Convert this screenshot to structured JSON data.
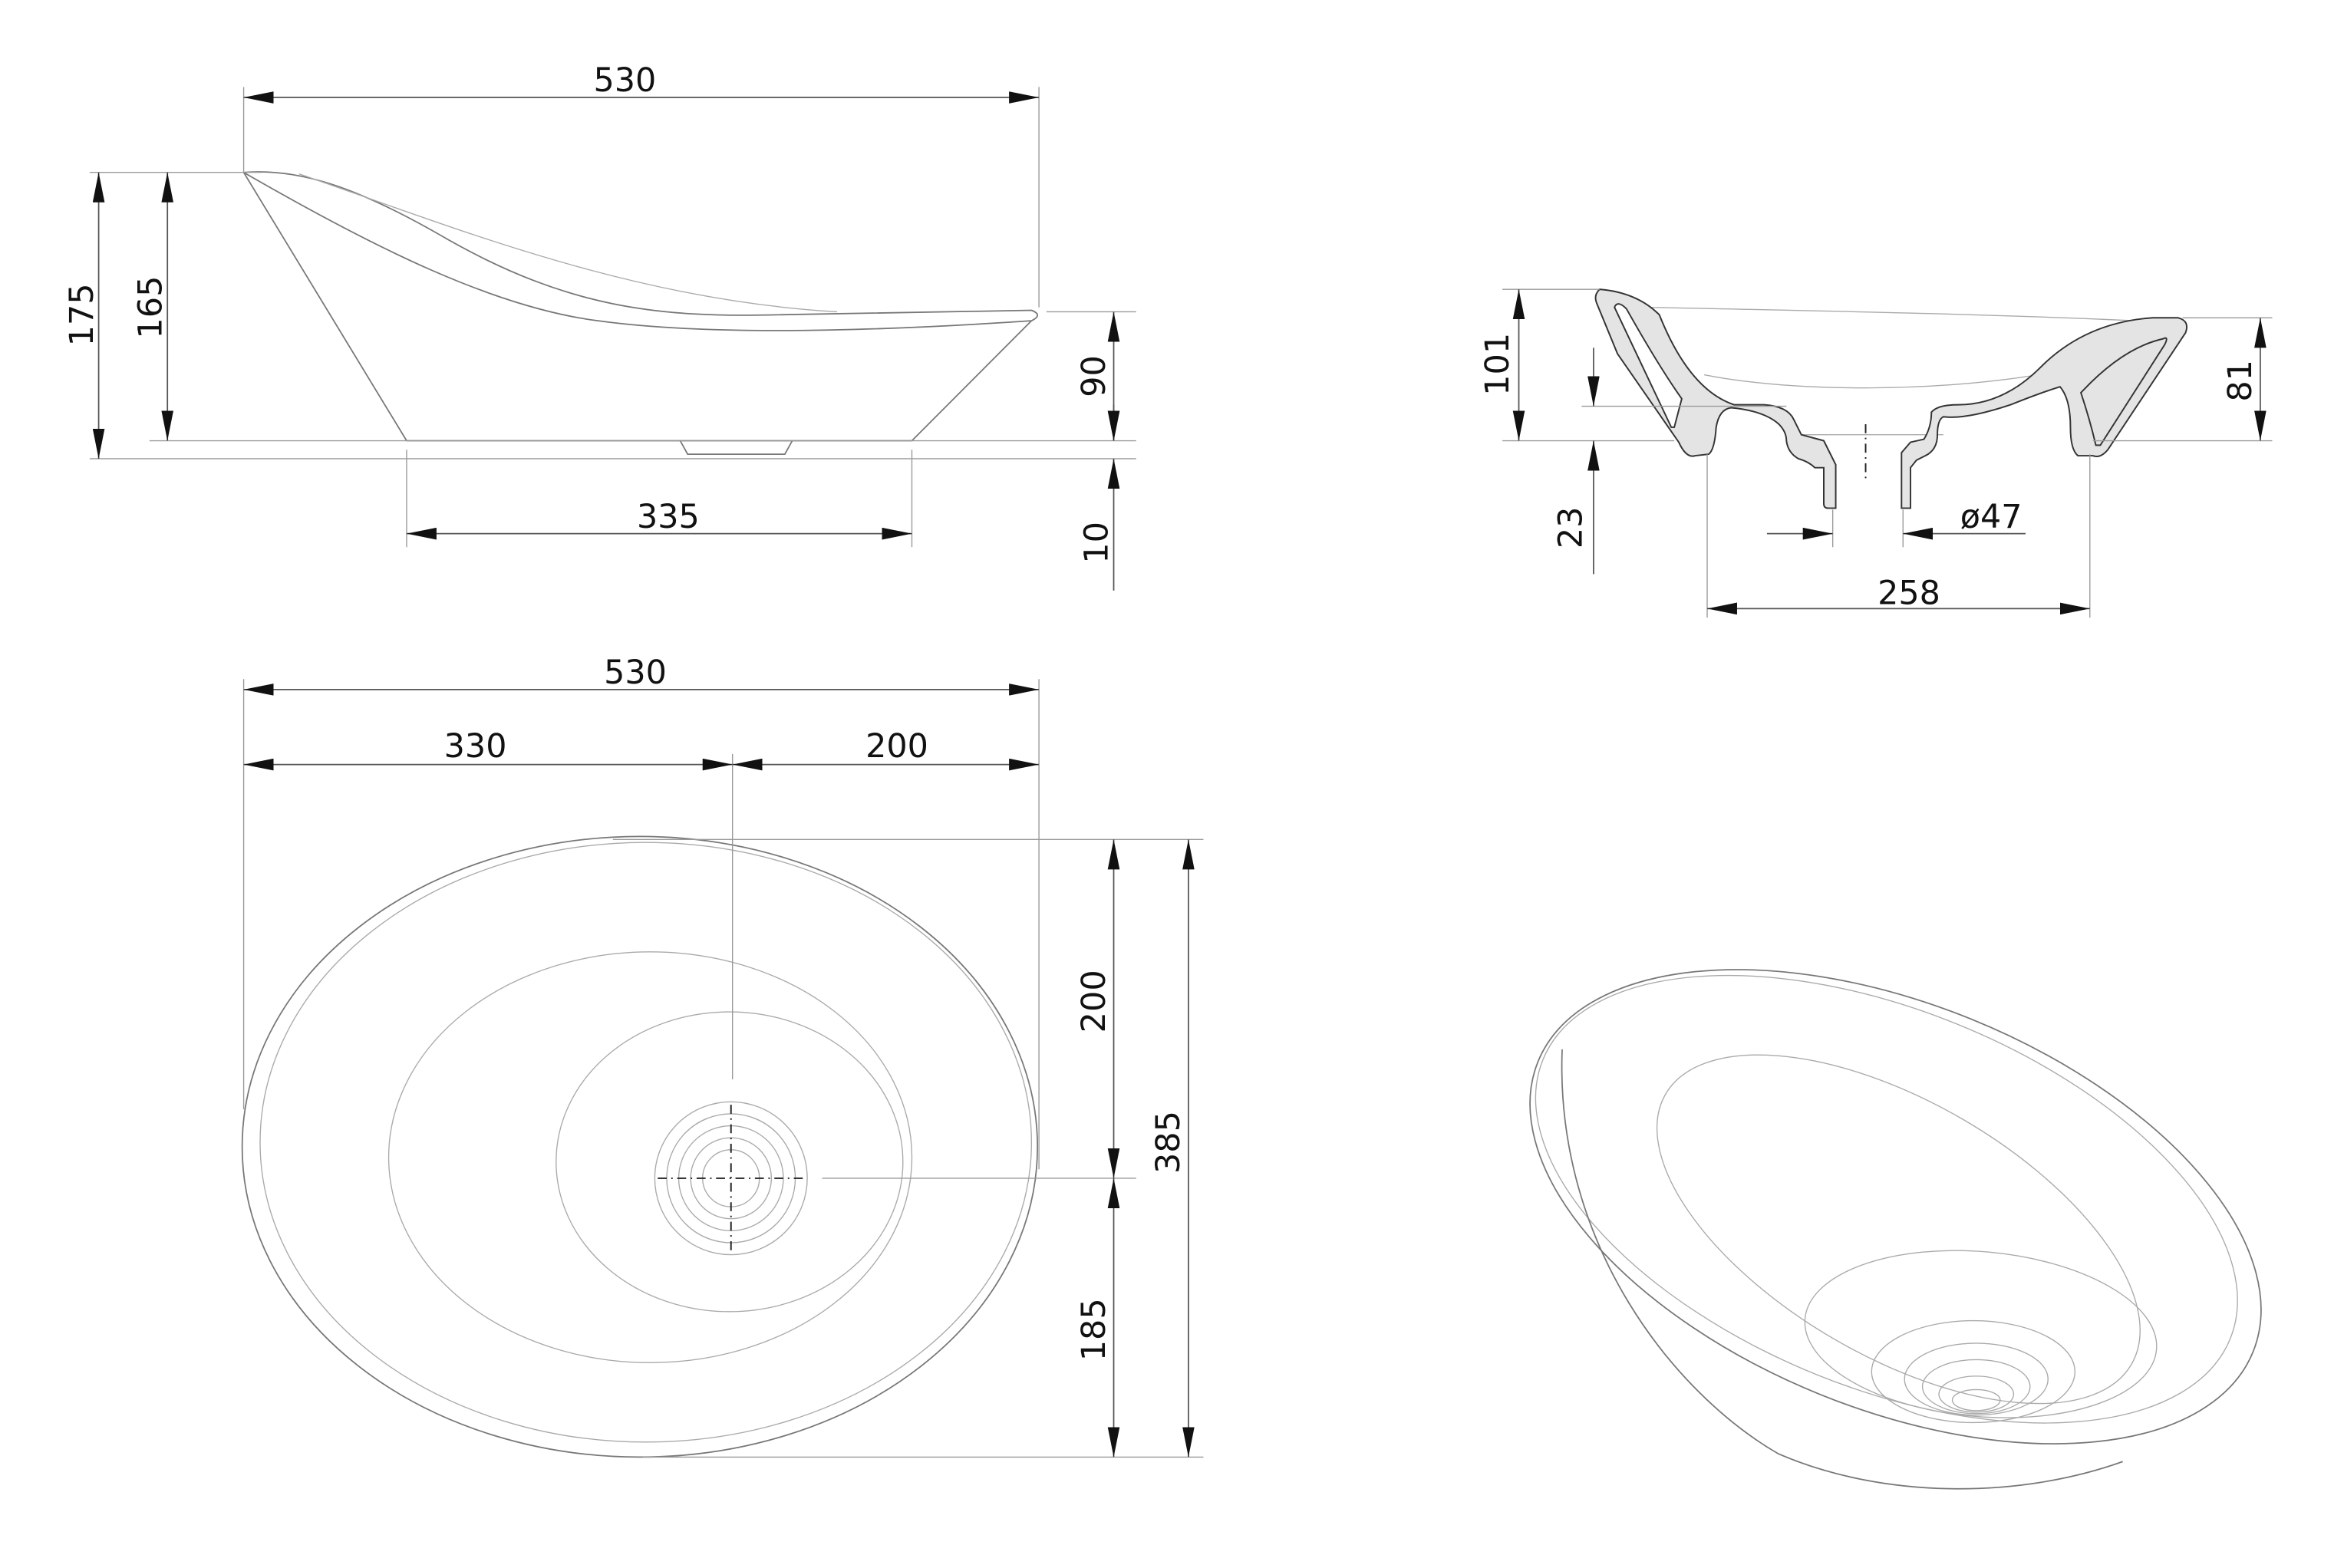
{
  "side_view": {
    "width_total": "530",
    "height_total": "175",
    "height_bowl": "165",
    "rim_right_height": "90",
    "foot_height": "10",
    "base_width": "335"
  },
  "section_view": {
    "height_left": "101",
    "height_right": "81",
    "drain_depth": "23",
    "drain_diameter": "ø47",
    "base_width": "258"
  },
  "top_view": {
    "width_total": "530",
    "width_left": "330",
    "width_right": "200",
    "depth_top": "200",
    "depth_bottom": "185",
    "depth_total": "385"
  },
  "colors": {
    "section_fill": "#e4e4e4",
    "line": "#777777"
  }
}
